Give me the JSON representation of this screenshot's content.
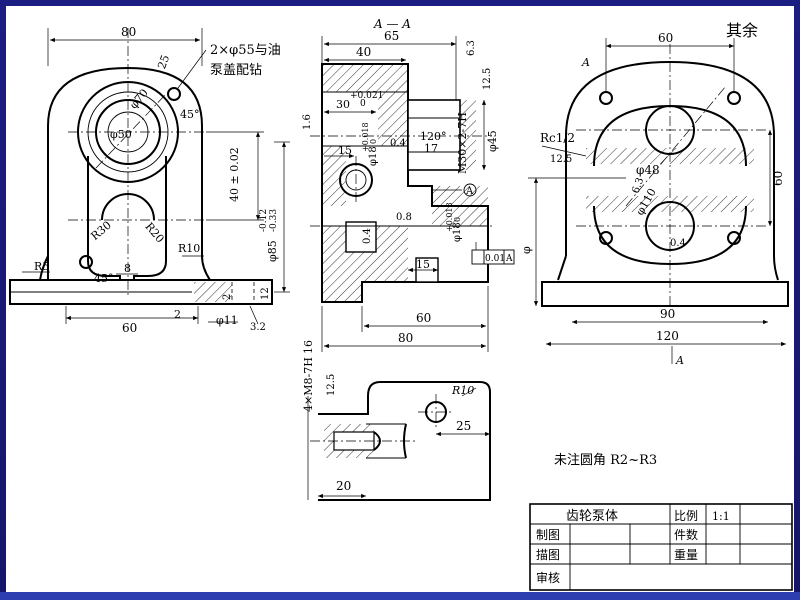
{
  "labels": {
    "dim_80": "80",
    "chamfer_note": "2×φ55与油",
    "chamfer_note2": "泵盖配钻",
    "dim_25": "25",
    "ang_45a": "45°",
    "dia_70": "φ70",
    "dia_50": "φ50",
    "dim_40pm": "40 ± 0.02",
    "dim_85": "φ85",
    "tol_85a": "-0.12",
    "tol_85b": "-0.33",
    "r30": "R30",
    "r20": "R20",
    "r10a": "R10",
    "r5": "R5",
    "ang_45b": "45°",
    "dim_8": "8",
    "dim_60a": "60",
    "dim_2a": "2",
    "dim_12a": "12",
    "dim_2b": "2",
    "dia_11": "φ11",
    "rough_32": "3.2",
    "rough_25a": "25",
    "section_title": "A — A",
    "dim_65": "65",
    "dim_40": "40",
    "rough_63a": "6.3",
    "rough_125a": "12.5",
    "tol_30a": "+0.021",
    "tol_30b": "0",
    "dim_30": "30",
    "rough_16": "1.6",
    "tol_18a": "+0.018",
    "tol_18b": "0",
    "dia_18a": "φ18",
    "dim_04a": "0.4",
    "ang_120": "120°",
    "dim_17": "17",
    "thread_m30": "M30×2-7H",
    "dia_45": "φ45",
    "dim_15a": "15",
    "datum_a1": "A",
    "dim_08": "0.8",
    "dim_04b": "0.4",
    "tol_18c": "+0.018",
    "tol_18d": "0",
    "dia_18b": "φ18",
    "tol_frame_val": "0.01",
    "tol_frame_ref": "A",
    "dim_15b": "15",
    "dim_60b": "60",
    "dim_80b": "80",
    "rest_note": "其余",
    "dim_60c": "60",
    "sect_a": "A",
    "rc12": "Rc1/2",
    "rough_125b": "12.5",
    "dia_48": "φ48",
    "rough_63b": "6.3",
    "dia_110": "φ110",
    "dim_60d": "60",
    "dim_phi": "φ",
    "rough_04": "0.4",
    "dim_90": "90",
    "dim_120": "120",
    "sect_a2": "A",
    "thread_m8": "4×M8-7H",
    "depth_16": "16",
    "rough_125c": "12.5",
    "r10b": "R10",
    "dim_25b": "25",
    "dim_20": "20",
    "fillet_note": "未注圆角 R2~R3"
  },
  "title_block": {
    "part_name": "齿轮泵体",
    "scale_label": "比例",
    "scale_value": "1:1",
    "drawn_label": "制图",
    "count_label": "件数",
    "traced_label": "描图",
    "weight_label": "重量",
    "check_label": "审核"
  }
}
